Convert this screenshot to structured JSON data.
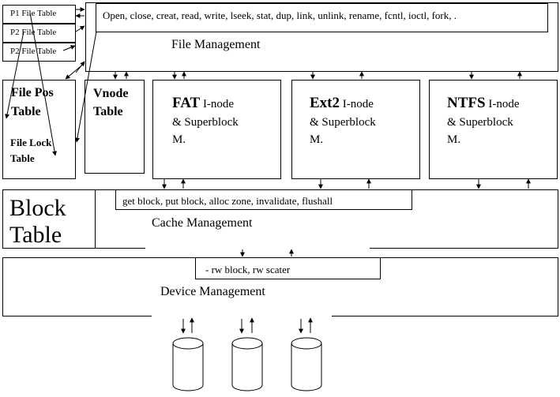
{
  "file_tables": [
    "P1 File Table",
    "P2 File Table",
    "P2 File Table"
  ],
  "file_mgmt": {
    "calls": "Open, close, creat, read, write, lseek, stat, dup, link, unlink, rename, fcntl, ioctl, fork, .",
    "label": "File Management"
  },
  "file_pos": {
    "line1": "File Pos",
    "line2": "Table"
  },
  "file_lock": {
    "line1": "File Lock",
    "line2": "Table"
  },
  "vnode": {
    "line1": "Vnode",
    "line2": "Table"
  },
  "fs": [
    {
      "name": "FAT",
      "l1": " I-node",
      "l2": "& Superblock",
      "l3": "M."
    },
    {
      "name": "Ext2",
      "l1": " I-node",
      "l2": "& Superblock",
      "l3": "M."
    },
    {
      "name": "NTFS",
      "l1": " I-node",
      "l2": "& Superblock",
      "l3": "M."
    }
  ],
  "block_table": {
    "line1": "Block",
    "line2": "Table"
  },
  "cache": {
    "calls": "get  block, put  block, alloc  zone, invalidate, flushall",
    "label": "Cache Management"
  },
  "device": {
    "calls": "- rw  block, rw  scater",
    "label": "Device Management"
  },
  "disks": [
    "disk",
    "disk",
    "disk"
  ]
}
